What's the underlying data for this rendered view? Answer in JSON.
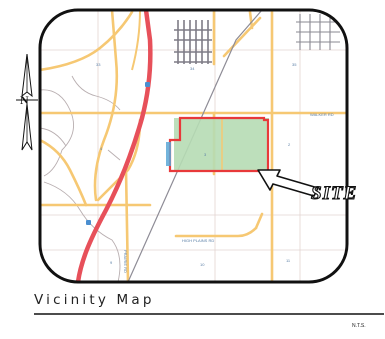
{
  "map": {
    "caption": "Vicinity Map",
    "scale_note": "N.T.S.",
    "site_label": "SITE",
    "north_label": "N",
    "street_labels": {
      "walker_road": "WALKER RD",
      "high_plains_road": "HIGH PLAINS RD",
      "prairie_road": "PRAIRIE RD"
    },
    "section_numbers": [
      "33",
      "34",
      "35",
      "4",
      "3",
      "2",
      "9",
      "10",
      "11"
    ],
    "icons": {
      "north_arrow": "north-arrow-icon",
      "site_pointer": "outline-arrow-icon",
      "highway_shield": "shield-icon"
    },
    "colors": {
      "background": "#ffffff",
      "border": "#000000",
      "site_outline": "#e8393a",
      "site_fill": "#b6dbb4",
      "arterial": "#f6c873",
      "highway": "#e7505a",
      "grid_line": "#d9c6c2",
      "local_street": "#7e7c86",
      "label": "#5a7fa6",
      "water": "#5aa7d6"
    }
  }
}
